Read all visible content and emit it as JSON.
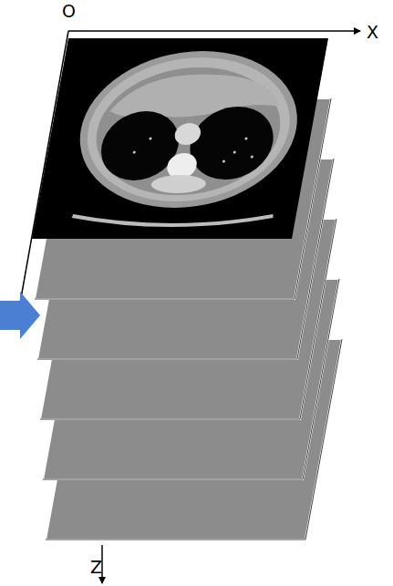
{
  "diagram": {
    "labels": [
      "O",
      "X",
      "Z"
    ]
  }
}
